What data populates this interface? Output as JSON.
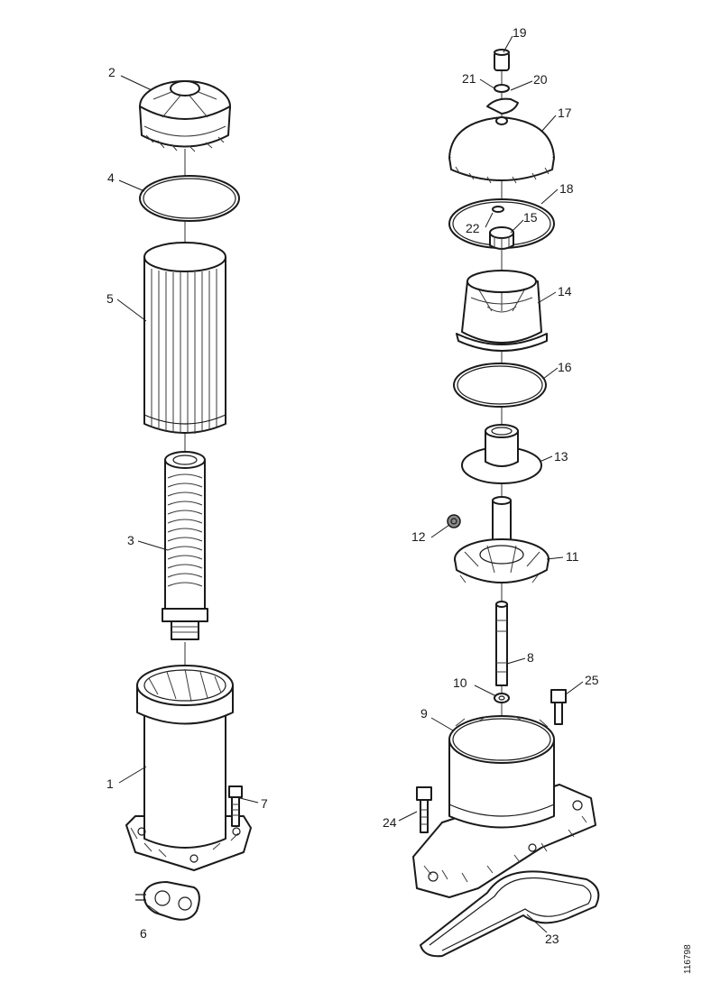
{
  "callouts": {
    "c1": "1",
    "c2": "2",
    "c3": "3",
    "c4": "4",
    "c5": "5",
    "c6": "6",
    "c7": "7",
    "c8": "8",
    "c9": "9",
    "c10": "10",
    "c11": "11",
    "c12": "12",
    "c13": "13",
    "c14": "14",
    "c15": "15",
    "c16": "16",
    "c17": "17",
    "c18": "18",
    "c19": "19",
    "c20": "20",
    "c21": "21",
    "c22": "22",
    "c23": "23",
    "c24": "24",
    "c25": "25"
  },
  "figure_ref": "116798"
}
